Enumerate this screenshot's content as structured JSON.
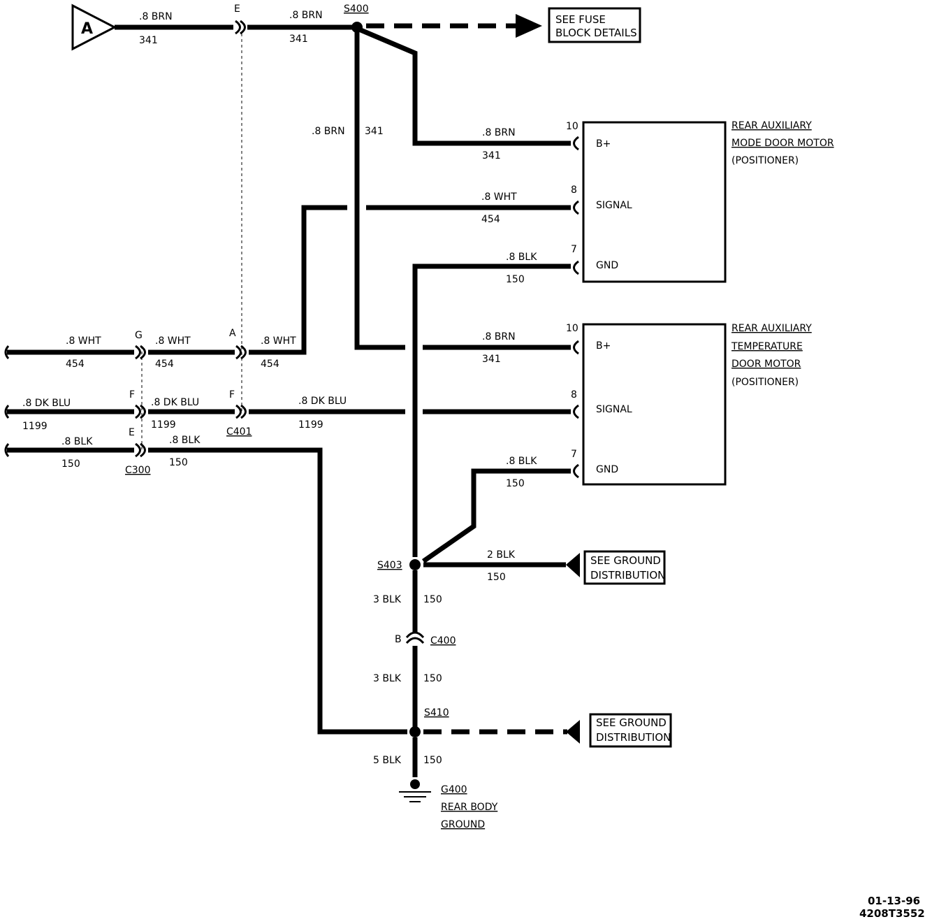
{
  "connector_a": {
    "label": "A"
  },
  "top_wire": {
    "left_gauge": ".8 BRN",
    "left_circuit": "341",
    "pin_e": "E",
    "right_gauge": ".8 BRN",
    "right_circuit": "341"
  },
  "splice_s400": "S400",
  "fuse_ref": {
    "line1": "SEE FUSE",
    "line2": "BLOCK DETAILS"
  },
  "vertical_brn": {
    "gauge": ".8 BRN",
    "circuit": "341"
  },
  "mode_motor": {
    "title_line1": "REAR AUXILIARY",
    "title_line2": "MODE DOOR MOTOR",
    "title_line3": "(POSITIONER)",
    "pins": [
      {
        "num": "10",
        "name": "B+",
        "gauge": ".8 BRN",
        "circuit": "341"
      },
      {
        "num": "8",
        "name": "SIGNAL",
        "gauge": ".8 WHT",
        "circuit": "454"
      },
      {
        "num": "7",
        "name": "GND",
        "gauge": ".8 BLK",
        "circuit": "150"
      }
    ]
  },
  "temp_motor": {
    "title_line1": "REAR AUXILIARY",
    "title_line2": "TEMPERATURE",
    "title_line3": "DOOR MOTOR",
    "title_line4": "(POSITIONER)",
    "pins": [
      {
        "num": "10",
        "name": "B+",
        "gauge": ".8 BRN",
        "circuit": "341"
      },
      {
        "num": "8",
        "name": "SIGNAL",
        "gauge": ".8 DK BLU",
        "circuit": "1199"
      },
      {
        "num": "7",
        "name": "GND",
        "gauge": ".8 BLK",
        "circuit": "150"
      }
    ]
  },
  "left_wires": {
    "wht": {
      "seg1_gauge": ".8 WHT",
      "seg1_circuit": "454",
      "pin_c300": "G",
      "seg2_gauge": ".8 WHT",
      "seg2_circuit": "454",
      "pin_c401": "A",
      "seg3_gauge": ".8 WHT",
      "seg3_circuit": "454"
    },
    "blu": {
      "seg1_gauge": ".8 DK BLU",
      "seg1_circuit": "1199",
      "pin_c300": "F",
      "seg2_gauge": ".8 DK BLU",
      "seg2_circuit": "1199",
      "pin_c401": "F",
      "seg3_gauge": ".8 DK BLU",
      "seg3_circuit": "1199"
    },
    "blk": {
      "seg1_gauge": ".8 BLK",
      "seg1_circuit": "150",
      "pin_c300": "E",
      "seg2_gauge": ".8 BLK",
      "seg2_circuit": "150"
    }
  },
  "connector_c401": "C401",
  "connector_c300": "C300",
  "splice_s403": "S403",
  "ground_ref_1": {
    "gauge": "2 BLK",
    "circuit": "150",
    "line1": "SEE GROUND",
    "line2": "DISTRIBUTION"
  },
  "vertical_blk_1": {
    "gauge": "3 BLK",
    "circuit": "150"
  },
  "connector_c400": {
    "pin": "B",
    "name": "C400"
  },
  "vertical_blk_2": {
    "gauge": "3 BLK",
    "circuit": "150"
  },
  "splice_s410": "S410",
  "ground_ref_2": {
    "line1": "SEE GROUND",
    "line2": "DISTRIBUTION"
  },
  "vertical_blk_3": {
    "gauge": "5 BLK",
    "circuit": "150"
  },
  "ground_g400": {
    "line1": "G400",
    "line2": "REAR BODY",
    "line3": "GROUND"
  },
  "footer": {
    "date": "01-13-96",
    "code": "4208T3552"
  }
}
